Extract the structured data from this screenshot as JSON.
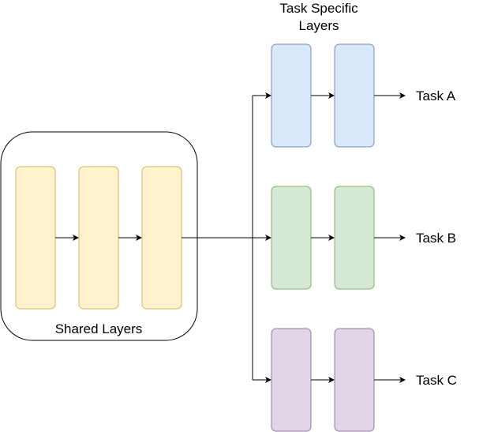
{
  "header": {
    "line1": "Task Specific",
    "line2": "Layers"
  },
  "shared": {
    "label": "Shared Layers",
    "colors": {
      "fill": "#fff2cc",
      "stroke": "#d6b656"
    }
  },
  "tasks": [
    {
      "label": "Task A",
      "colors": {
        "fill": "#dae8fc",
        "stroke": "#6c8ebf"
      }
    },
    {
      "label": "Task B",
      "colors": {
        "fill": "#d5e8d4",
        "stroke": "#82b366"
      }
    },
    {
      "label": "Task C",
      "colors": {
        "fill": "#e1d5e7",
        "stroke": "#9673a6"
      }
    }
  ],
  "connector_color": "#000000"
}
